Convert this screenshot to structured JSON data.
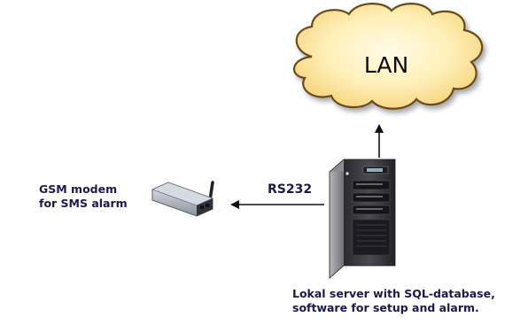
{
  "cloud": {
    "label": "LAN",
    "fill_color": "#ffe9a0",
    "outline_color": "#6b4a1a"
  },
  "connection": {
    "label": "RS232"
  },
  "gsm_modem": {
    "line1": "GSM modem",
    "line2": "for SMS alarm"
  },
  "server": {
    "line1": "Lokal server with SQL-database,",
    "line2": "software for setup and alarm."
  },
  "colors": {
    "text": "#1a1a4a",
    "arrow": "#111111"
  }
}
